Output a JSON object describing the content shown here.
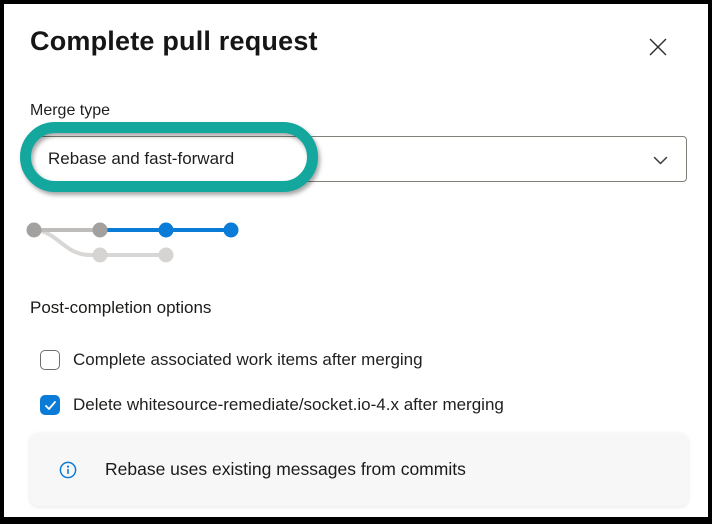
{
  "dialog": {
    "title": "Complete pull request"
  },
  "merge_type": {
    "label": "Merge type",
    "selected": "Rebase and fast-forward"
  },
  "post_completion": {
    "heading": "Post-completion options",
    "options": [
      {
        "label": "Complete associated work items after merging",
        "checked": false
      },
      {
        "label": "Delete whitesource-remediate/socket.io-4.x after merging",
        "checked": true
      }
    ]
  },
  "info_banner": {
    "icon": "info-icon",
    "text": "Rebase uses existing messages from commits"
  },
  "icons": {
    "close": "close-icon",
    "dropdown": "chevron-down-icon",
    "checkbox_check": "check-icon"
  },
  "colors": {
    "accent_blue": "#0b7bd8",
    "annotation_teal": "#14a79e",
    "dot_gray": "#a3a19f",
    "dot_light_gray": "#d6d4d2",
    "line_gray": "#bfbdbb",
    "line_light_gray": "#d9d7d5"
  }
}
